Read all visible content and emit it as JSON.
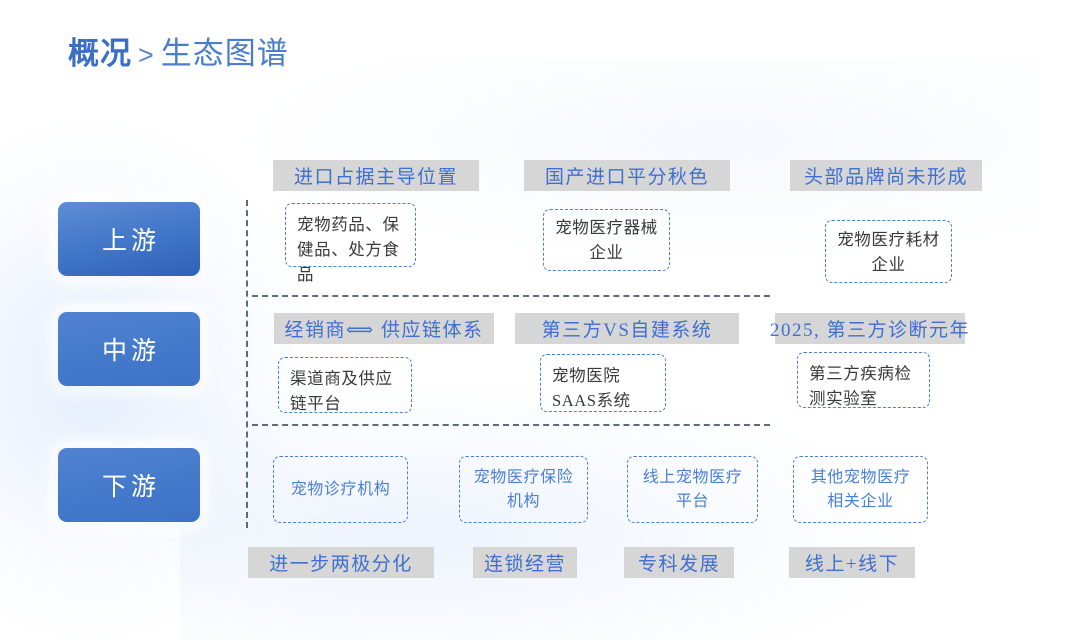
{
  "header": {
    "title_main": "概况",
    "separator": ">",
    "title_sub": "生态图谱"
  },
  "stages": [
    {
      "id": "upstream",
      "label": "上游"
    },
    {
      "id": "midstream",
      "label": "中游"
    },
    {
      "id": "downstream",
      "label": "下游"
    }
  ],
  "rows": {
    "upstream": {
      "headers": [
        "进口占据主导位置",
        "国产进口平分秋色",
        "头部品牌尚未形成"
      ],
      "nodes": [
        "宠物药品、保健品、处方食品",
        "宠物医疗器械企业",
        "宠物医疗耗材企业"
      ]
    },
    "midstream": {
      "headers": [
        "经销商⟺ 供应链体系",
        "第三方VS自建系统",
        "2025, 第三方诊断元年"
      ],
      "nodes": [
        "渠道商及供应链平台",
        "宠物医院SAAS系统",
        "第三方疾病检测实验室"
      ]
    },
    "downstream": {
      "nodes": [
        "宠物诊疗机构",
        "宠物医疗保险机构",
        "线上宠物医疗平台",
        "其他宠物医疗相关企业"
      ],
      "footers": [
        "进一步两极分化",
        "连锁经营",
        "专科发展",
        "线上+线下"
      ]
    }
  },
  "colors": {
    "brand_blue": "#3f6fd0",
    "pill_blue": "#4479ca",
    "chip_gray": "#d6d6d6",
    "guide_dark": "#3b4a63",
    "node_border": "#4a7fd4",
    "node_text": "#3a3a3a"
  }
}
